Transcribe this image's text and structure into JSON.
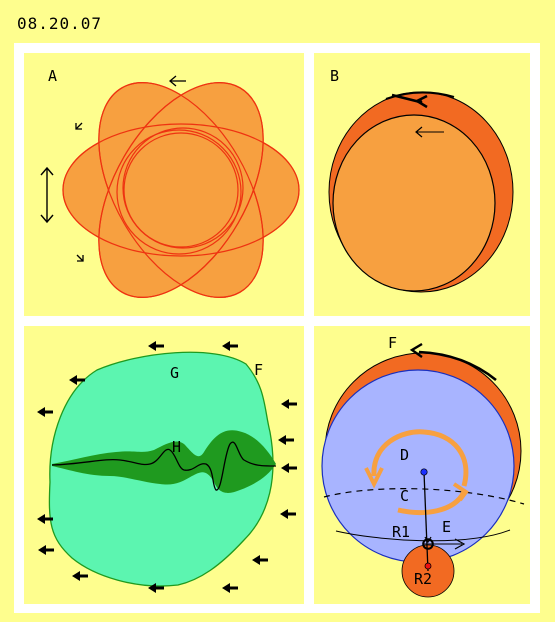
{
  "header": {
    "date": "08.20.07"
  },
  "panels": {
    "a": {
      "label": "A"
    },
    "b": {
      "label": "B"
    },
    "c": {
      "label_g": "G",
      "label_f": "F",
      "label_h": "H"
    },
    "d": {
      "label_f": "F",
      "label_d": "D",
      "label_c": "C",
      "label_r1": "R1",
      "label_e": "E",
      "label_r2": "R2"
    }
  },
  "colors": {
    "background": "#fefe8e",
    "frame": "#ffffff",
    "orange_fill": "#f7a040",
    "orange_dark": "#f26a22",
    "red_line": "#ee3311",
    "green_fill": "#5cf5b0",
    "green_dark": "#1f9a1f",
    "blue_fill": "#a8b4ff"
  }
}
